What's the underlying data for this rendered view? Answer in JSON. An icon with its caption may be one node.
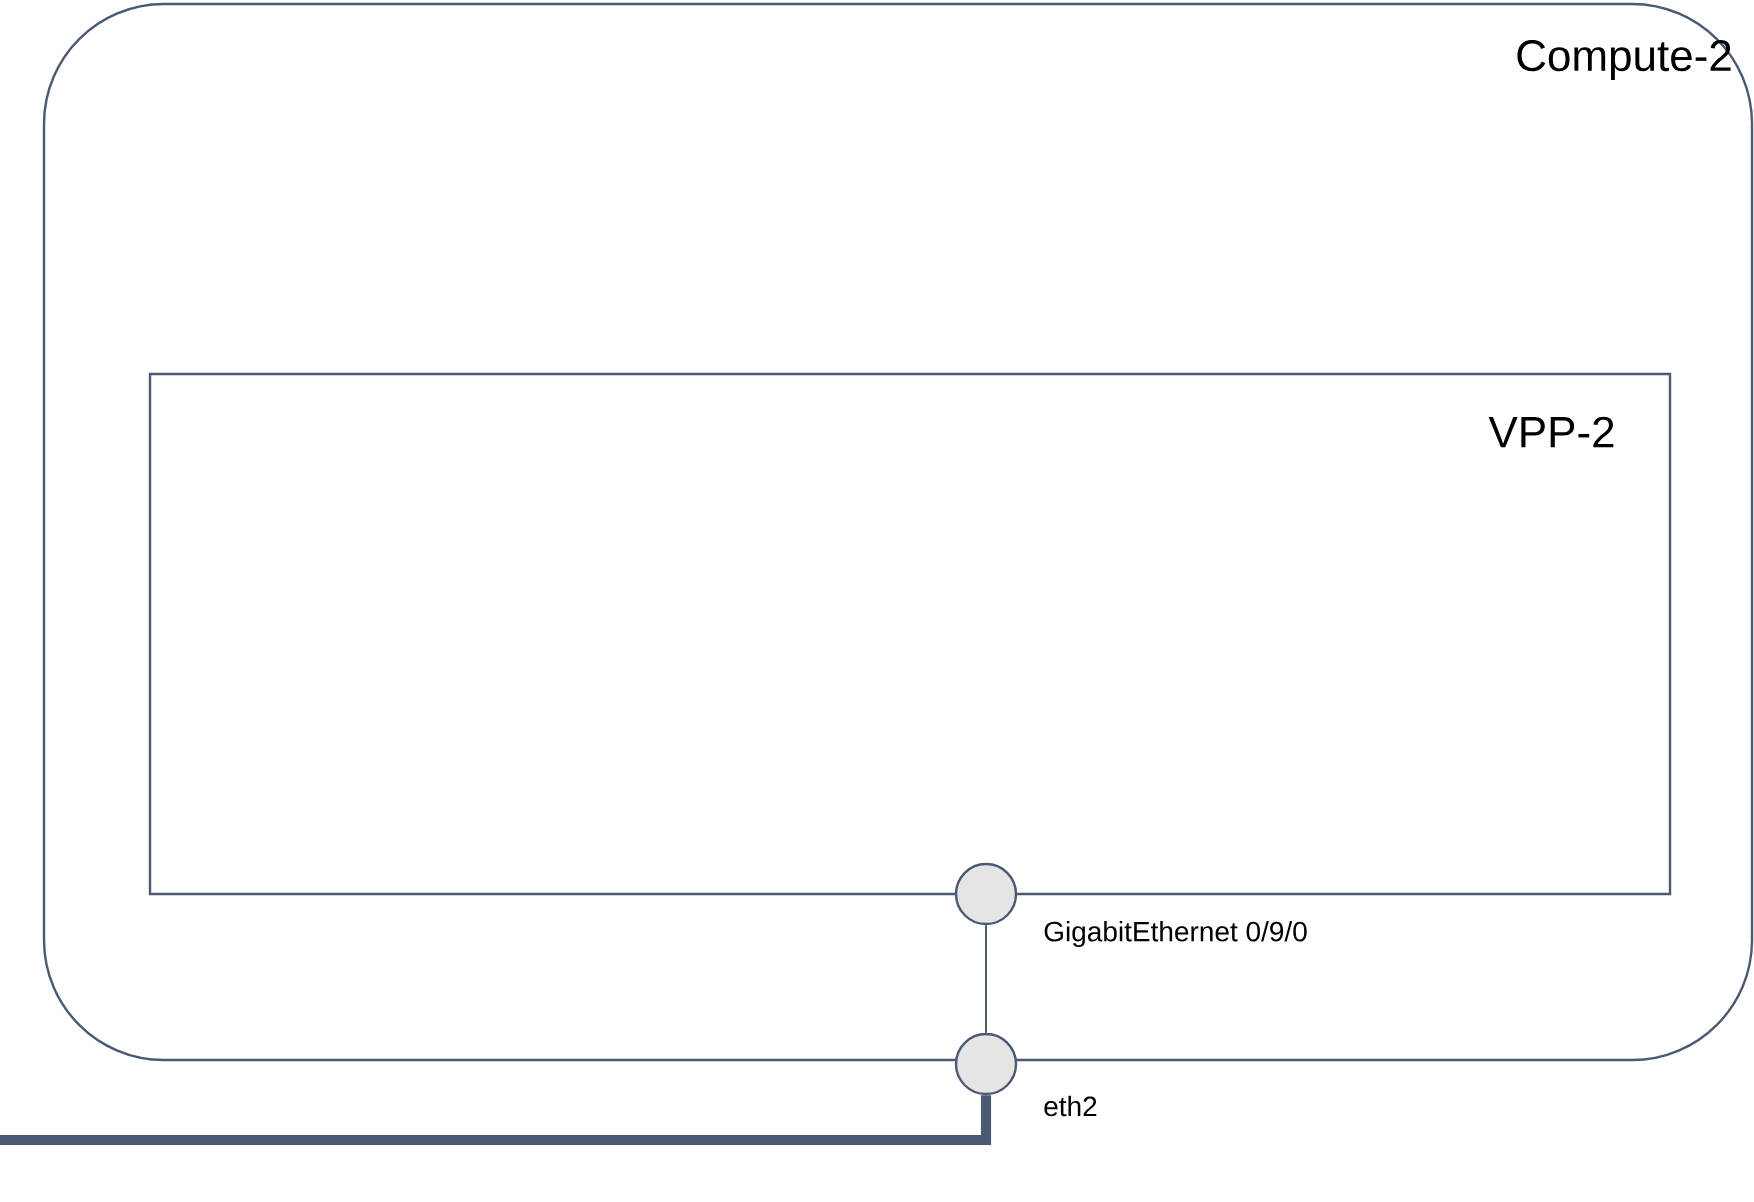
{
  "diagram": {
    "nodes": [
      {
        "text": [
          "Compute-2"
        ]
      },
      {
        "text": [
          "VPP-2"
        ],
        "in": 0
      },
      {
        "text": [],
        "shape": "circle",
        "beside": [
          "GigabitEthernet 0/9/0"
        ],
        "in": 0
      },
      {
        "text": [],
        "shape": "circle",
        "beside": [
          "eth2"
        ]
      }
    ],
    "edges": [
      {
        "from": 2,
        "to": 3,
        "arrow": "none"
      },
      {
        "from": 3,
        "to": null,
        "arrow": "none",
        "style": "thick"
      }
    ]
  }
}
